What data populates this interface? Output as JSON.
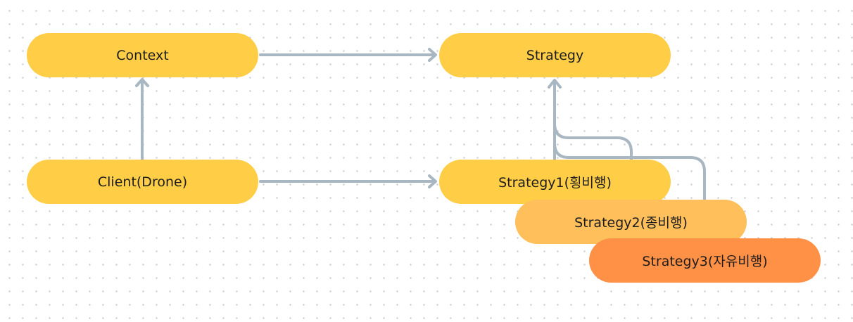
{
  "colors": {
    "primary": "#ffcd46",
    "secondary": "#ffbf5a",
    "tertiary": "#ff9147",
    "connector": "#a9b7c2"
  },
  "nodes": {
    "context": {
      "label": "Context",
      "color": "#ffcd46"
    },
    "strategy": {
      "label": "Strategy",
      "color": "#ffcd46"
    },
    "client": {
      "label": "Client(Drone)",
      "color": "#ffcd46"
    },
    "strategy1": {
      "label": "Strategy1(횡비행)",
      "color": "#ffcd46"
    },
    "strategy2": {
      "label": "Strategy2(종비행)",
      "color": "#ffbf5a"
    },
    "strategy3": {
      "label": "Strategy3(자유비행)",
      "color": "#ff9147"
    }
  },
  "edges": [
    {
      "from": "client",
      "to": "context"
    },
    {
      "from": "context",
      "to": "strategy"
    },
    {
      "from": "client",
      "to": "strategy1"
    },
    {
      "from": "strategy1",
      "to": "strategy"
    },
    {
      "from": "strategy2",
      "to": "strategy"
    },
    {
      "from": "strategy3",
      "to": "strategy"
    }
  ]
}
